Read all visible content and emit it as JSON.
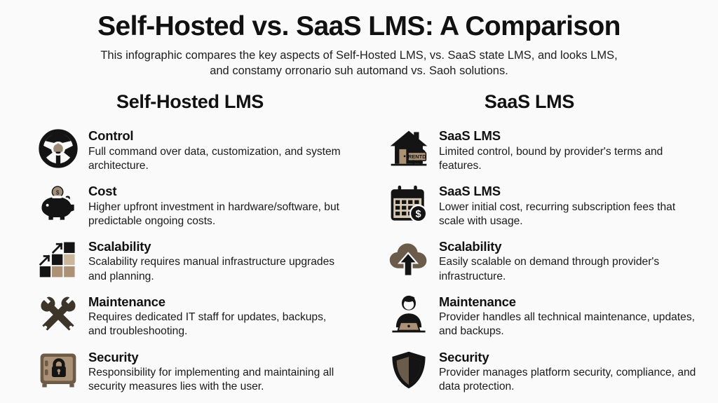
{
  "header": {
    "title": "Self-Hosted vs. SaaS LMS: A Comparison",
    "subtitle_line1": "This infographic compares the key aspects of Self-Hosted LMS, vs. SaaS state LMS, and looks LMS,",
    "subtitle_line2": "and constamy orronario suh automand vs. Saoh solutions."
  },
  "colors": {
    "background": "#fafafa",
    "text": "#141414",
    "icon_dark": "#141414",
    "icon_brown": "#3d3529",
    "icon_tan": "#ab9176",
    "icon_tan_light": "#c9b69c",
    "icon_cream": "#d8c9b4"
  },
  "columns": [
    {
      "id": "self-hosted",
      "heading": "Self-Hosted LMS",
      "rows": [
        {
          "icon": "steering-wheel-icon",
          "title": "Control",
          "desc": "Full command over data, customization, and system architecture."
        },
        {
          "icon": "piggy-bank-icon",
          "title": "Cost",
          "desc": "Higher upfront investment in hardware/software, but predictable ongoing costs."
        },
        {
          "icon": "growth-grid-icon",
          "title": "Scalability",
          "desc": "Scalability requires manual infrastructure upgrades and planning."
        },
        {
          "icon": "crossed-wrenches-icon",
          "title": "Maintenance",
          "desc": "Requires dedicated IT staff for updates, backups, and troubleshooting."
        },
        {
          "icon": "safe-vault-icon",
          "title": "Security",
          "desc": "Responsibility for implementing and maintaining all security measures lies with the user."
        }
      ]
    },
    {
      "id": "saas",
      "heading": "SaaS LMS",
      "rows": [
        {
          "icon": "rented-house-icon",
          "title": "SaaS LMS",
          "desc": "Limited control, bound by provider's terms and features."
        },
        {
          "icon": "calendar-dollar-icon",
          "title": "SaaS LMS",
          "desc": "Lower initial cost, recurring subscription fees that scale with usage."
        },
        {
          "icon": "cloud-upload-icon",
          "title": "Scalability",
          "desc": "Easily scalable on demand through provider's infrastructure."
        },
        {
          "icon": "person-laptop-icon",
          "title": "Maintenance",
          "desc": "Provider handles all technical maintenance, updates, and backups."
        },
        {
          "icon": "shield-icon",
          "title": "Security",
          "desc": "Provider manages platform security, compliance, and data protection."
        }
      ]
    }
  ],
  "icon_sign_label": "RENTD"
}
